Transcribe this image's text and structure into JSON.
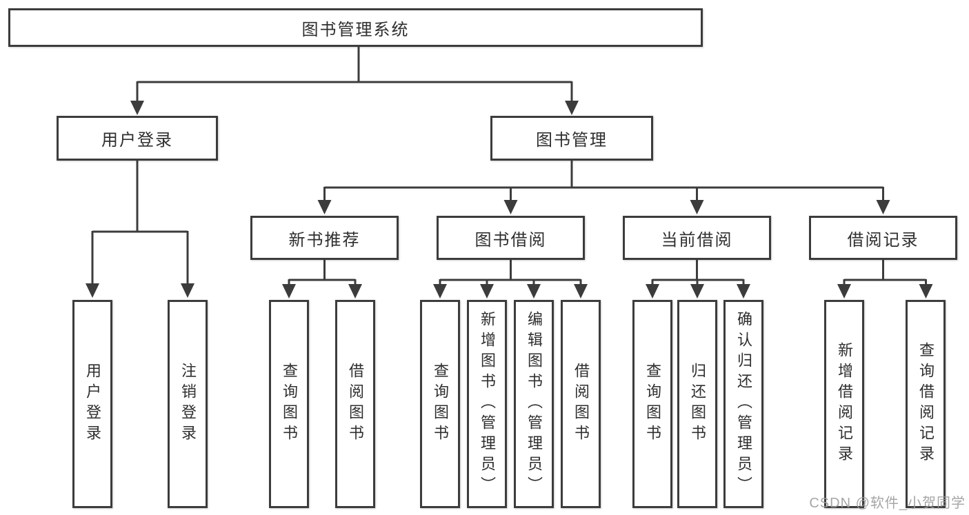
{
  "diagram": {
    "root": {
      "label": "图书管理系统"
    },
    "level2": [
      {
        "label": "用户登录"
      },
      {
        "label": "图书管理"
      }
    ],
    "level3": [
      {
        "label": "新书推荐"
      },
      {
        "label": "图书借阅"
      },
      {
        "label": "当前借阅"
      },
      {
        "label": "借阅记录"
      }
    ],
    "leaves": {
      "user_login": [
        {
          "label": "用户登录"
        },
        {
          "label": "注销登录"
        }
      ],
      "new_books": [
        {
          "label": "查询图书"
        },
        {
          "label": "借阅图书"
        }
      ],
      "book_borrow": [
        {
          "label": "查询图书"
        },
        {
          "label": "新增图书（管理员）"
        },
        {
          "label": "编辑图书（管理员）"
        },
        {
          "label": "借阅图书"
        }
      ],
      "current_borrow": [
        {
          "label": "查询图书"
        },
        {
          "label": "归还图书"
        },
        {
          "label": "确认归还（管理员）"
        }
      ],
      "borrow_records": [
        {
          "label": "新增借阅记录"
        },
        {
          "label": "查询借阅记录"
        }
      ]
    }
  },
  "watermark": {
    "text": "CSDN @软件_小贺同学"
  },
  "colors": {
    "line": "#3c3c3c",
    "text": "#2e2e2e",
    "watermark": "#9c9c9c",
    "background": "#ffffff"
  }
}
